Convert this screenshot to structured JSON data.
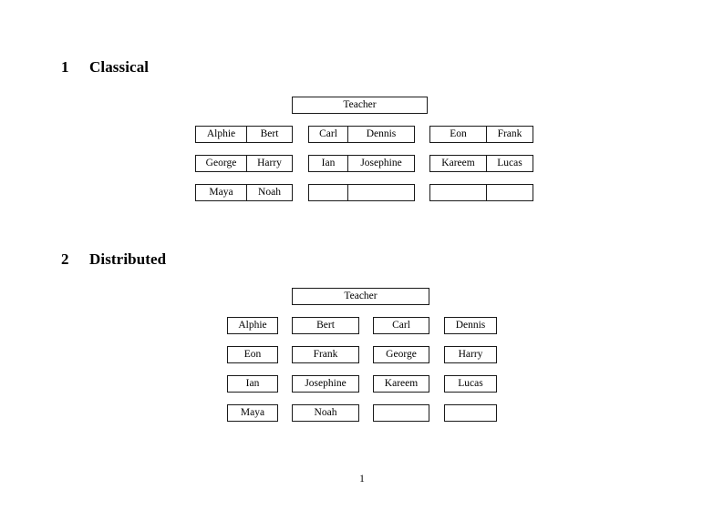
{
  "document": {
    "page_number": "1"
  },
  "sections": [
    {
      "number": "1",
      "title": "Classical",
      "teacher_label": "Teacher",
      "layout": "grouped-two-column",
      "groups": [
        {
          "id": "group-1",
          "rows": [
            [
              "Alphie",
              "Bert"
            ],
            [
              "George",
              "Harry"
            ],
            [
              "Maya",
              "Noah"
            ]
          ]
        },
        {
          "id": "group-2",
          "rows": [
            [
              "Carl",
              "Dennis"
            ],
            [
              "Ian",
              "Josephine"
            ],
            [
              "",
              ""
            ]
          ]
        },
        {
          "id": "group-3",
          "rows": [
            [
              "Eon",
              "Frank"
            ],
            [
              "Kareem",
              "Lucas"
            ],
            [
              "",
              ""
            ]
          ]
        }
      ]
    },
    {
      "number": "2",
      "title": "Distributed",
      "teacher_label": "Teacher",
      "layout": "four-column-individual-boxes",
      "rows": [
        [
          "Alphie",
          "Bert",
          "Carl",
          "Dennis"
        ],
        [
          "Eon",
          "Frank",
          "George",
          "Harry"
        ],
        [
          "Ian",
          "Josephine",
          "Kareem",
          "Lucas"
        ],
        [
          "Maya",
          "Noah",
          "",
          ""
        ]
      ]
    }
  ]
}
